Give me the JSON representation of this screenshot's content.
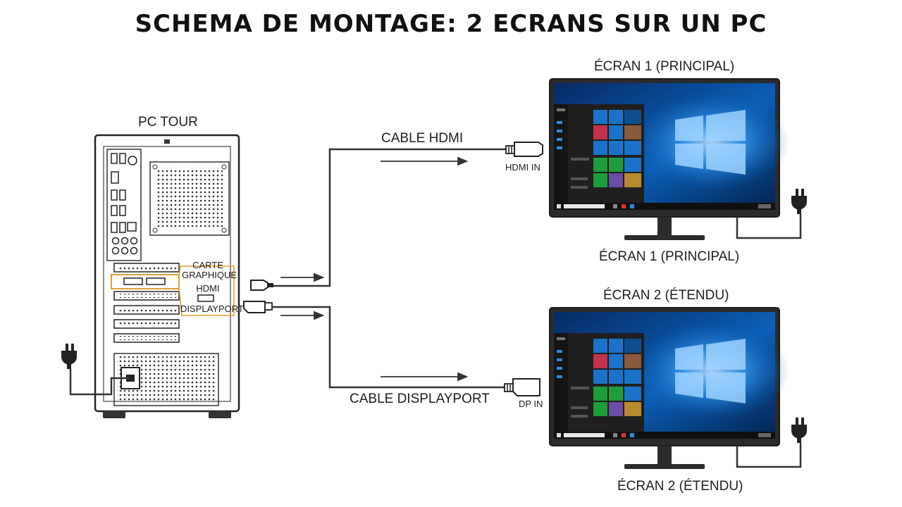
{
  "title": "SCHEMA DE MONTAGE: 2 ECRANS SUR UN PC",
  "pc": {
    "label": "PC TOUR",
    "gpu_label_line1": "CARTE",
    "gpu_label_line2": "GRAPHIQUE",
    "hdmi_port_label": "HDMI",
    "dp_port_label": "DISPLAYPORT"
  },
  "cables": {
    "hdmi": "CABLE HDMI",
    "displayport": "CABLE DISPLAYPORT"
  },
  "monitor1": {
    "label_top": "ÉCRAN 1 (PRINCIPAL)",
    "label_bottom": "ÉCRAN 1 (PRINCIPAL)",
    "input_label": "HDMI IN"
  },
  "monitor2": {
    "label_top": "ÉCRAN 2 (ÉTENDU)",
    "label_bottom": "ÉCRAN 2 (ÉTENDU)",
    "input_label": "DP IN"
  },
  "colors": {
    "line": "#333333",
    "gpu_highlight": "#e0a030",
    "desktop_blue": "#0b5fb8",
    "tile_blue": "#1a73c9",
    "tile_green": "#1e9e3a",
    "tile_red": "#c4314b"
  },
  "icons": [
    "power-plug-icon",
    "hdmi-connector-icon",
    "displayport-connector-icon",
    "windows-logo-icon",
    "arrow-right-icon"
  ]
}
